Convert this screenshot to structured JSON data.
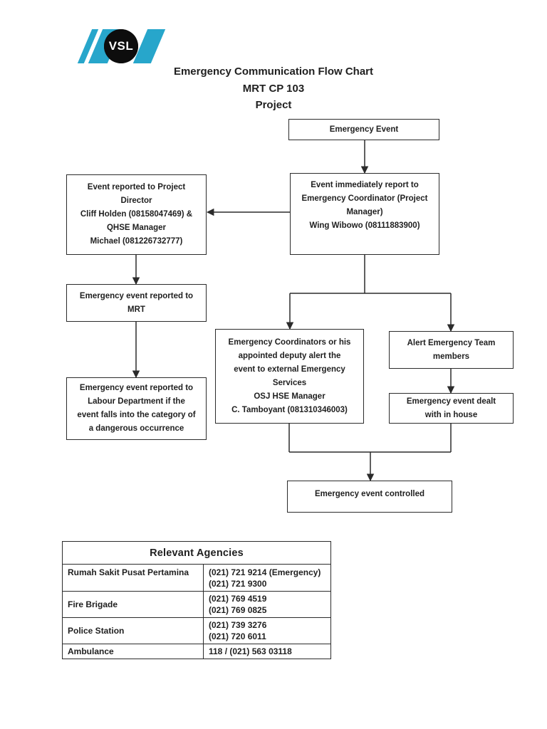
{
  "logo": {
    "text": "VSL",
    "cyan": "#27A6CB",
    "circle_color": "#0d0d0d",
    "text_color": "#ffffff"
  },
  "title": {
    "line1": "Emergency Communication Flow Chart",
    "line2": "MRT CP 103",
    "line3": "Project"
  },
  "flowchart": {
    "nodes": {
      "emergency_event": {
        "text": "Emergency Event"
      },
      "immediate_report": {
        "text": "Event immediately report to\nEmergency Coordinator (Project\nManager)\nWing Wibowo (08111883900)"
      },
      "project_director": {
        "text": "Event reported to Project\nDirector\nCliff Holden (08158047469) &\nQHSE Manager\nMichael (081226732777)"
      },
      "mrt_report": {
        "text": "Emergency event reported to\nMRT"
      },
      "labour_report": {
        "text": "Emergency event reported to\nLabour Department if the\nevent falls into the category of\na dangerous occurrence"
      },
      "external_services": {
        "text": "Emergency Coordinators or his\nappointed deputy alert the\nevent to external Emergency\nServices\nOSJ HSE Manager\nC. Tamboyant (081310346003)"
      },
      "alert_team": {
        "text": "Alert Emergency Team\nmembers"
      },
      "dealt_in_house": {
        "text": "Emergency event dealt\nwith in house"
      },
      "event_controlled": {
        "text": "Emergency event controlled"
      }
    },
    "line_color": "#2b2b2b"
  },
  "agencies_table": {
    "title": "Relevant Agencies",
    "rows": [
      {
        "agency": "Rumah Sakit Pusat Pertamina",
        "numbers": "(021) 721 9214 (Emergency)\n(021) 721 9300"
      },
      {
        "agency": "Fire Brigade",
        "numbers": "(021) 769 4519\n(021) 769 0825"
      },
      {
        "agency": "Police Station",
        "numbers": "(021) 739 3276\n(021) 720 6011"
      },
      {
        "agency": "Ambulance",
        "numbers": "118 / (021) 563 03118"
      }
    ]
  }
}
